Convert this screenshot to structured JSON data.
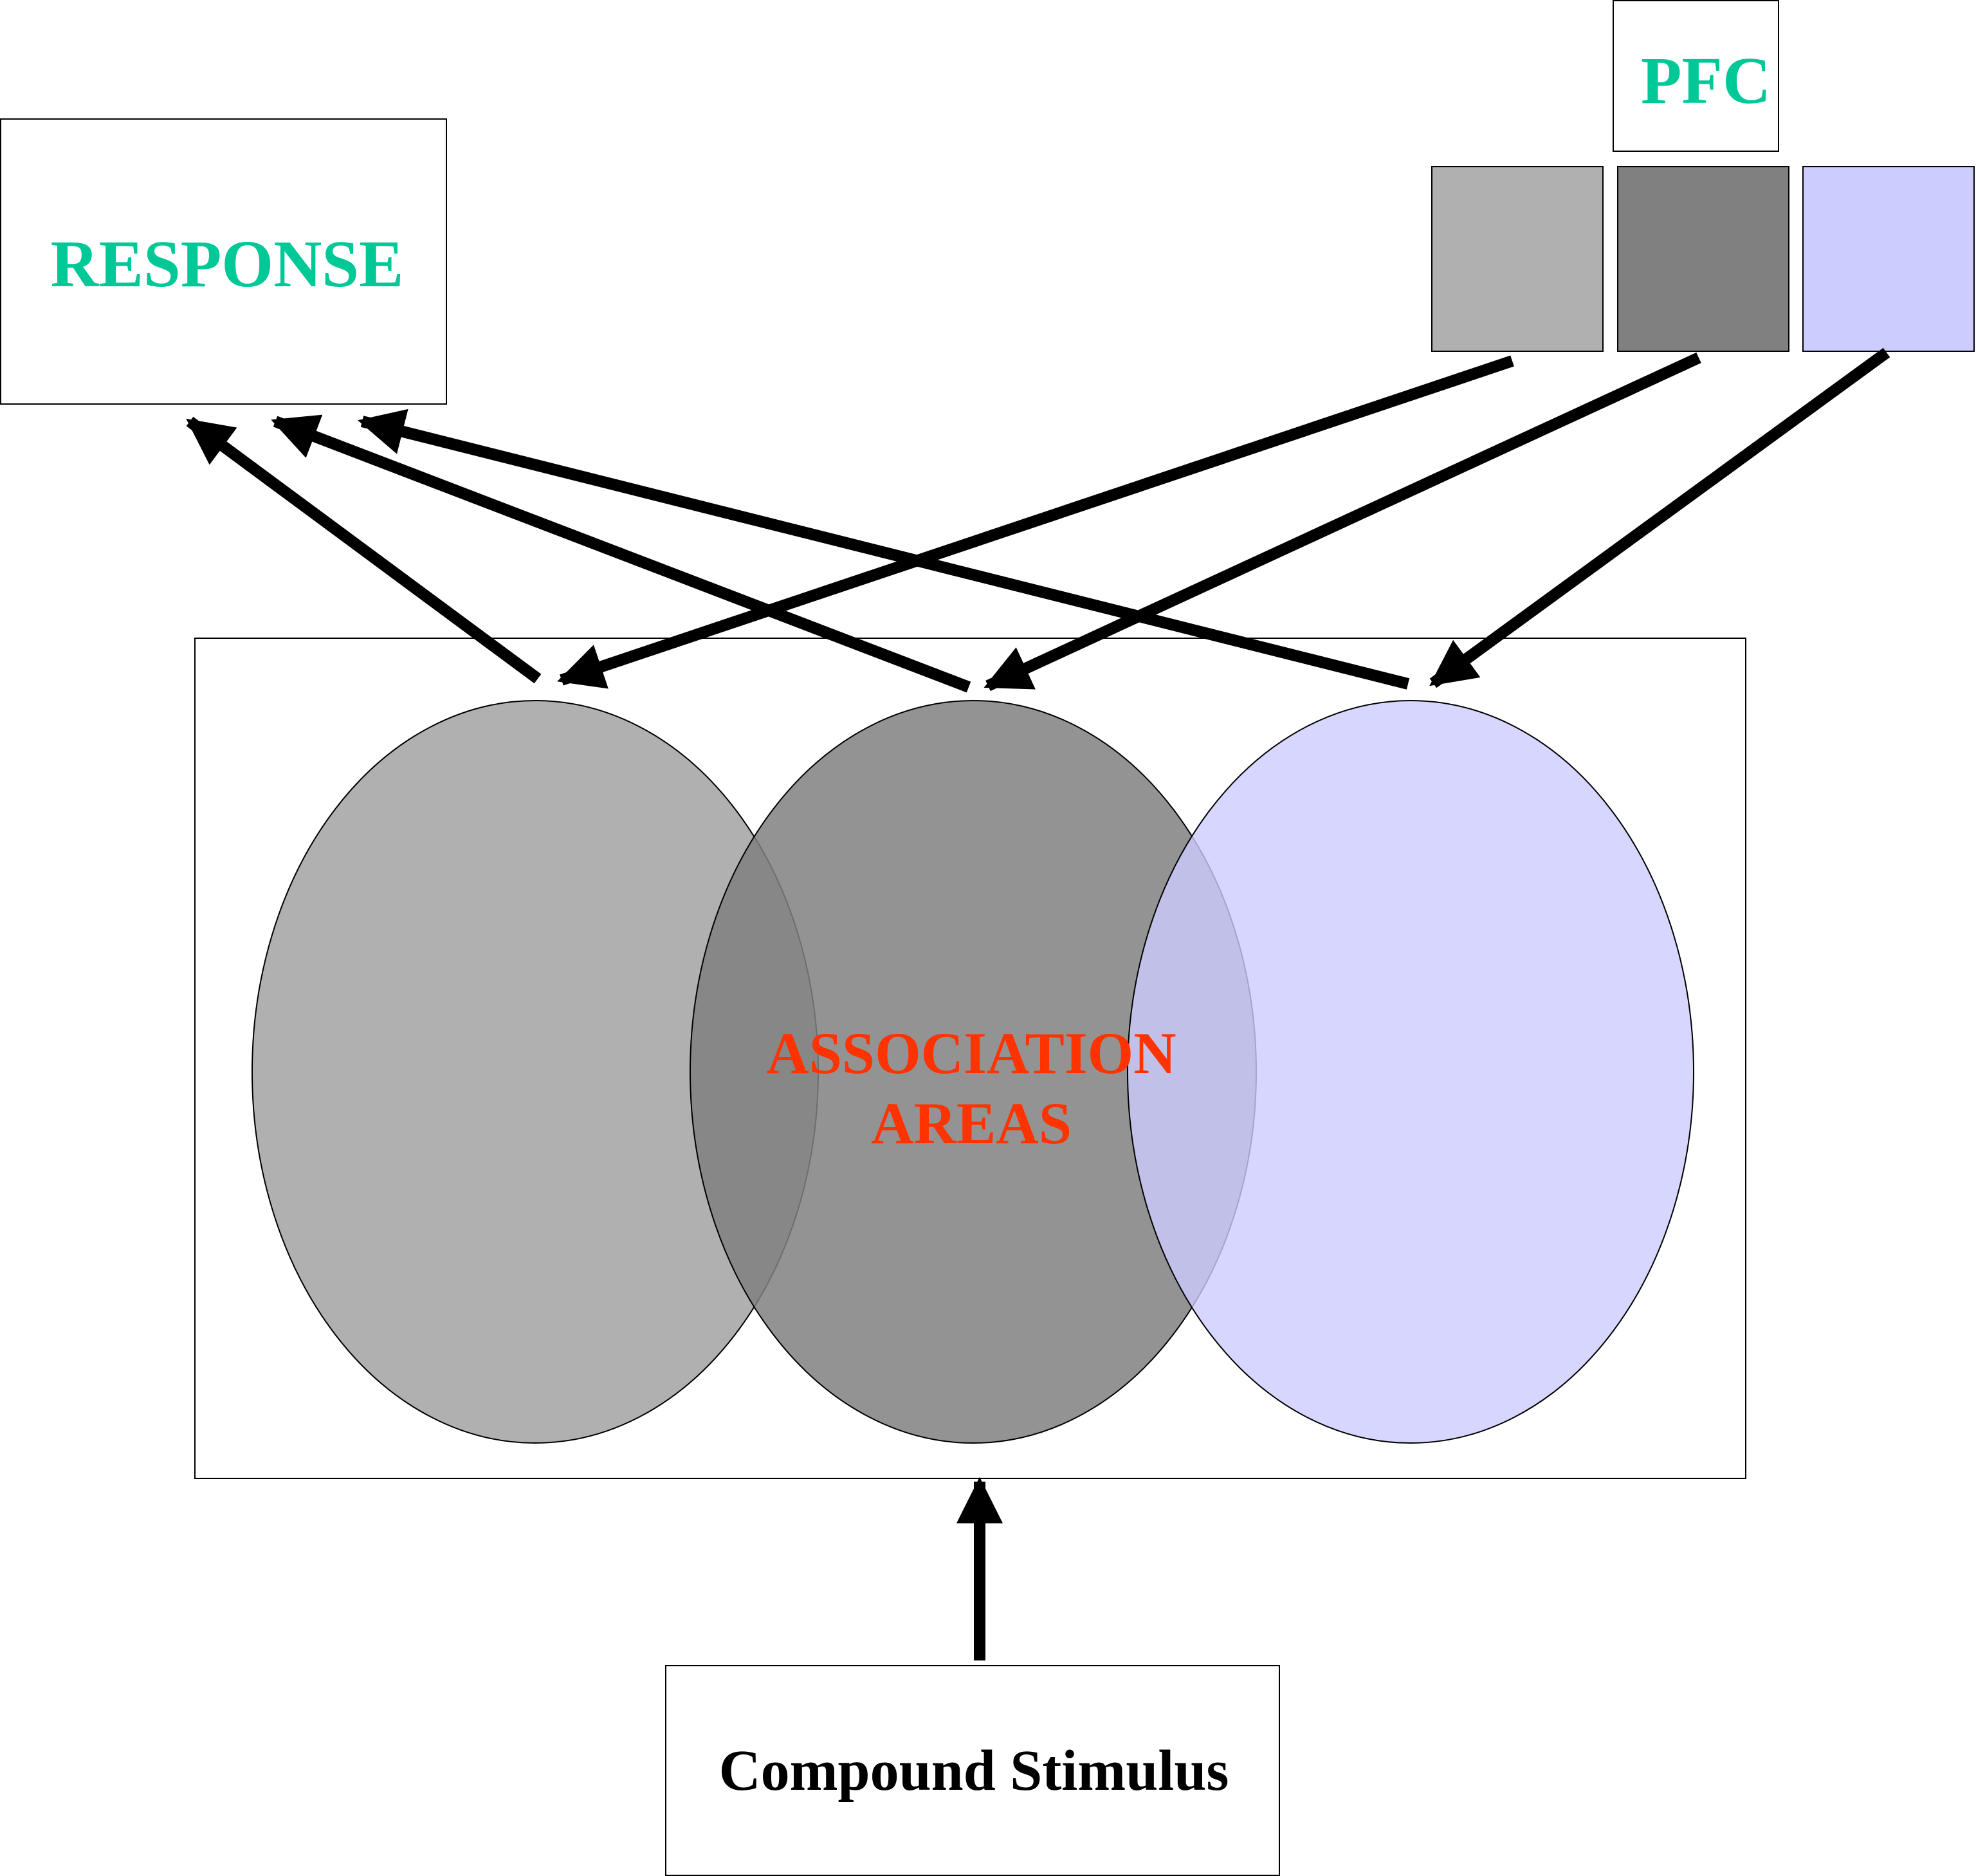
{
  "colors": {
    "label_teal": "#00C896",
    "label_red": "#FF3300",
    "light_gray": "#B0B0B0",
    "dark_gray": "#808080",
    "lavender": "#CCCCFF",
    "arrow": "#000000",
    "box_stroke": "#000000"
  },
  "response": {
    "label": "RESPONSE"
  },
  "pfc": {
    "label": "PFC",
    "units": [
      {
        "name": "pfc-unit-light-gray",
        "color": "#B0B0B0"
      },
      {
        "name": "pfc-unit-dark-gray",
        "color": "#808080"
      },
      {
        "name": "pfc-unit-lavender",
        "color": "#CCCCFF"
      }
    ]
  },
  "association": {
    "label_line1": "ASSOCIATION",
    "label_line2": "AREAS",
    "regions": [
      {
        "name": "association-region-light-gray",
        "color": "#B0B0B0"
      },
      {
        "name": "association-region-dark-gray",
        "color": "#808080"
      },
      {
        "name": "association-region-lavender",
        "color": "#CCCCFF"
      }
    ]
  },
  "stimulus": {
    "label": "Compound Stimulus"
  },
  "connections": [
    {
      "from": "association-region-light-gray",
      "to": "response"
    },
    {
      "from": "association-region-dark-gray",
      "to": "response"
    },
    {
      "from": "association-region-lavender",
      "to": "response"
    },
    {
      "from": "pfc-unit-light-gray",
      "to": "association-region-light-gray"
    },
    {
      "from": "pfc-unit-dark-gray",
      "to": "association-region-dark-gray"
    },
    {
      "from": "pfc-unit-lavender",
      "to": "association-region-lavender"
    },
    {
      "from": "stimulus",
      "to": "association-areas"
    }
  ]
}
